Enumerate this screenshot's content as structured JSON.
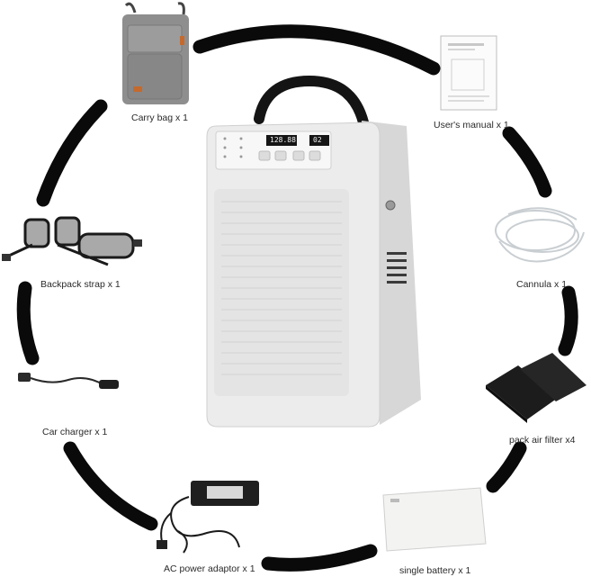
{
  "items": {
    "carry_bag": "Carry bag  x 1",
    "users_manual": "User's manual  x  1",
    "cannula": "Cannula x 1",
    "pack_air_filter": "pack air filter  x4",
    "single_battery": "single battery x 1",
    "ac_power_adaptor": "AC power adaptor x 1",
    "car_charger": "Car charger x 1",
    "backpack_strap": "Backpack strap x 1"
  },
  "device": {
    "display_left": "128.88",
    "display_right": "02"
  },
  "colors": {
    "arc": "#0a0a0a",
    "device_body": "#e9e9e9",
    "bag": "#8e8e8e",
    "filter": "#1c1c1c"
  }
}
